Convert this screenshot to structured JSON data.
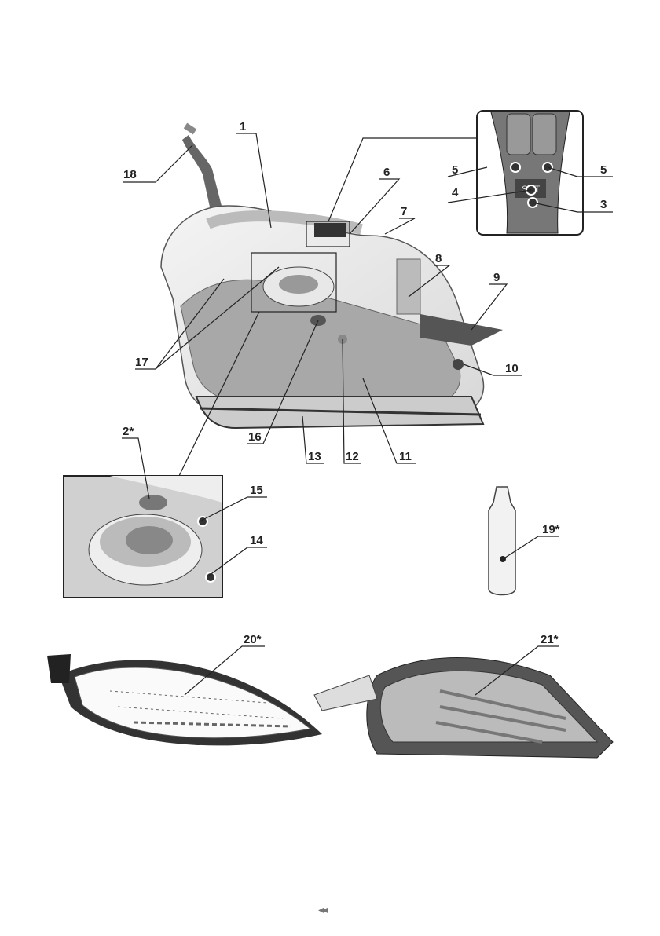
{
  "figure": {
    "callouts": {
      "c1": "1",
      "c2": "2*",
      "c3": "3",
      "c4": "4",
      "c5a": "5",
      "c5b": "5",
      "c6": "6",
      "c7": "7",
      "c8": "8",
      "c9": "9",
      "c10": "10",
      "c11": "11",
      "c12": "12",
      "c13": "13",
      "c14": "14",
      "c15": "15",
      "c16": "16",
      "c17": "17",
      "c18": "18",
      "c19": "19*",
      "c20": "20*",
      "c21": "21*"
    },
    "inset_button_text": "SET"
  },
  "footer": {
    "page_marker": "◂◂"
  }
}
